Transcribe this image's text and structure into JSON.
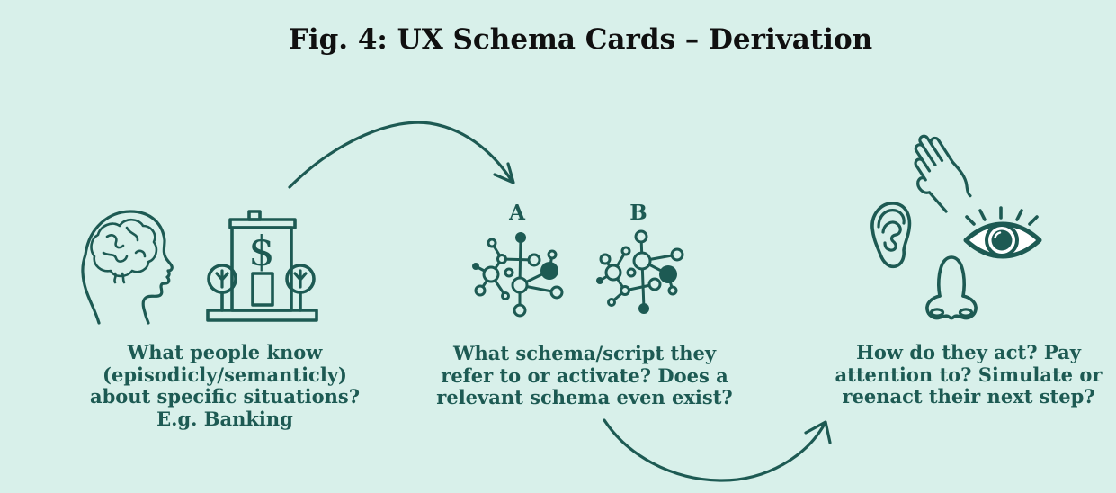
{
  "title": "Fig. 4: UX Schema Cards – Derivation",
  "colors": {
    "background": "#d8f0ea",
    "ink": "#1d5a53",
    "title_text": "#101010",
    "eye_white": "#ffffff"
  },
  "groups": {
    "knowledge": {
      "icons": [
        "head-brain-icon",
        "bank-icon"
      ],
      "caption_lines": [
        "What people know",
        "(episodicly/semanticly)",
        "about specific situations?",
        "E.g. Banking"
      ]
    },
    "schema": {
      "network_labels": {
        "a": "A",
        "b": "B"
      },
      "caption_lines": [
        "What schema/script they",
        "refer to or activate? Does a",
        "relevant schema even exist?"
      ]
    },
    "action": {
      "icons": [
        "hand-icon",
        "ear-icon",
        "eye-icon",
        "nose-icon"
      ],
      "caption_lines": [
        "How do they act? Pay",
        "attention to? Simulate or",
        "reenact their next step?"
      ]
    }
  }
}
